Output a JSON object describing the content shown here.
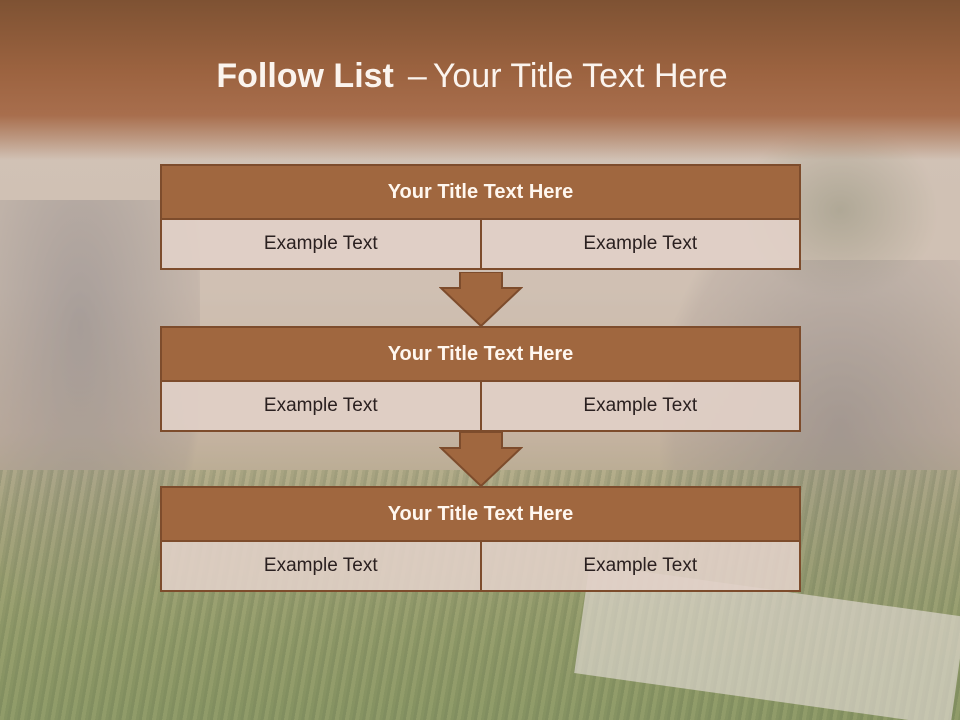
{
  "slide": {
    "title_bold": "Follow List",
    "title_separator": "–",
    "title_rest": "Your Title Text Here"
  },
  "blocks": [
    {
      "title": "Your Title Text Here",
      "left": "Example Text",
      "right": "Example Text"
    },
    {
      "title": "Your Title Text Here",
      "left": "Example Text",
      "right": "Example Text"
    },
    {
      "title": "Your Title Text Here",
      "left": "Example Text",
      "right": "Example Text"
    }
  ],
  "colors": {
    "header_brown": "#9c6340",
    "block_title_fill": "#a0673f",
    "block_border": "#7d4c2c",
    "cell_fill": "#e1d0c8"
  }
}
